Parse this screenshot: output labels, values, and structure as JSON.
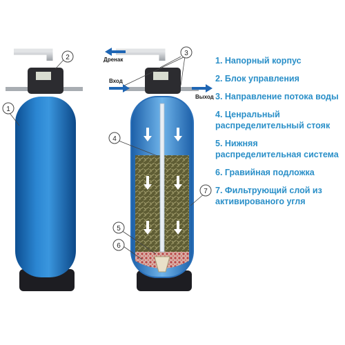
{
  "diagram": {
    "legend": [
      "1. Напорный корпус",
      "2. Блок управления",
      "3. Направление потока воды",
      "4. Ценральный распределительный стояк",
      "5. Нижняя распределительная система",
      "6. Гравийная подложка",
      "7. Фильтрующий слой из активированого угля"
    ],
    "labels": {
      "drain": "Дренак",
      "inlet": "Вход",
      "outlet": "Выход"
    },
    "callouts": [
      "1",
      "2",
      "3",
      "4",
      "5",
      "6",
      "7"
    ],
    "colors": {
      "tank": "#1e73bf",
      "tank_dark": "#0e4e8e",
      "accent_text": "#2a8fc8",
      "arrow": "#1f66b4",
      "carbon": "#6b6a3c",
      "gravel": "#c86a6a"
    }
  }
}
